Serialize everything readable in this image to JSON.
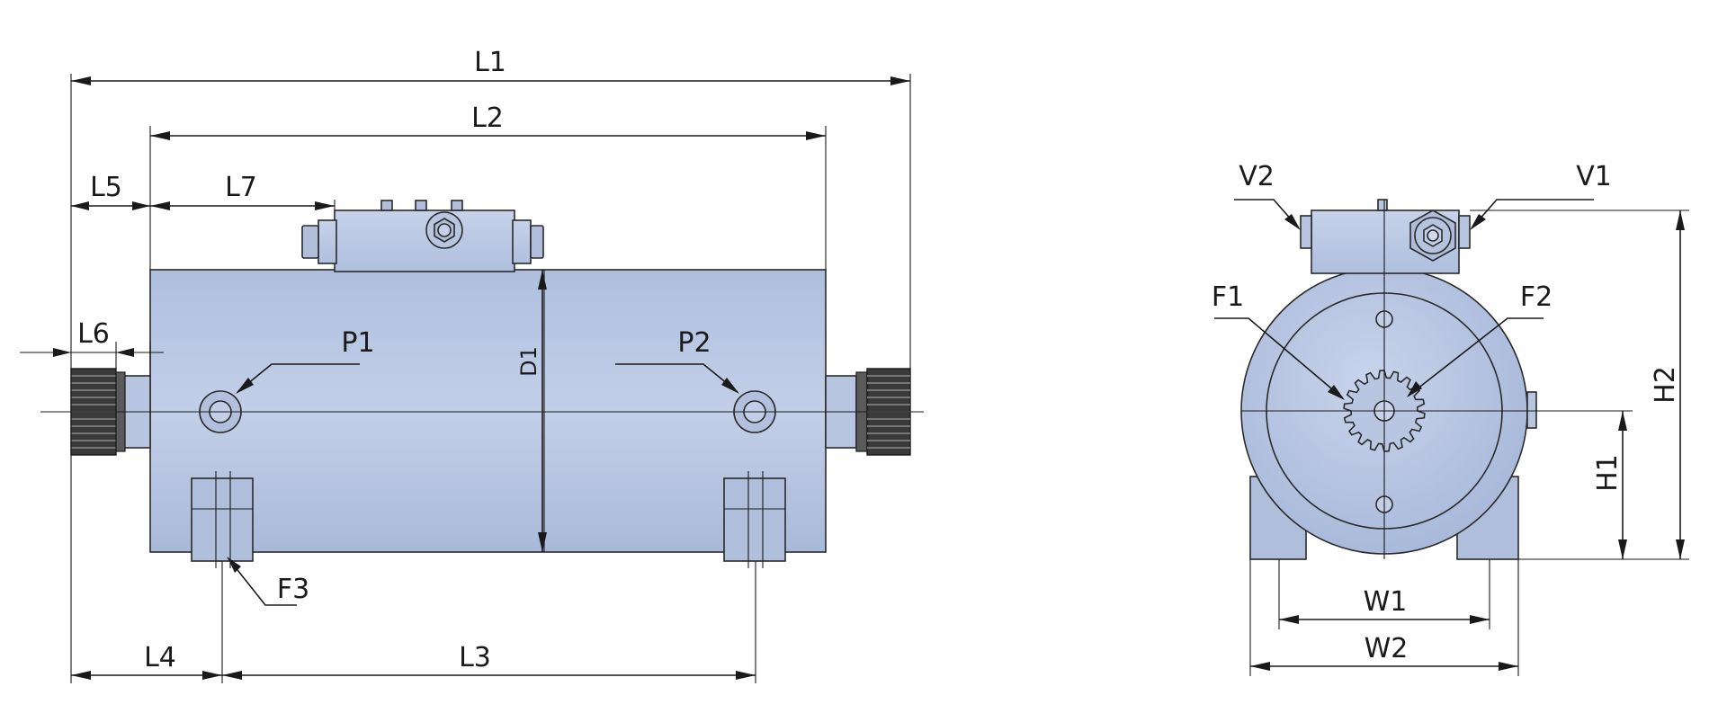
{
  "colors": {
    "body_fill": "#b4c3df",
    "body_light": "#c8d3ea",
    "knurl": "#333333",
    "line": "#1a1a1a"
  },
  "labels": {
    "L1": "L1",
    "L2": "L2",
    "L3": "L3",
    "L4": "L4",
    "L5": "L5",
    "L6": "L6",
    "L7": "L7",
    "D1": "D1",
    "P1": "P1",
    "P2": "P2",
    "F1": "F1",
    "F2": "F2",
    "F3": "F3",
    "V1": "V1",
    "V2": "V2",
    "W1": "W1",
    "W2": "W2",
    "H1": "H1",
    "H2": "H2"
  }
}
